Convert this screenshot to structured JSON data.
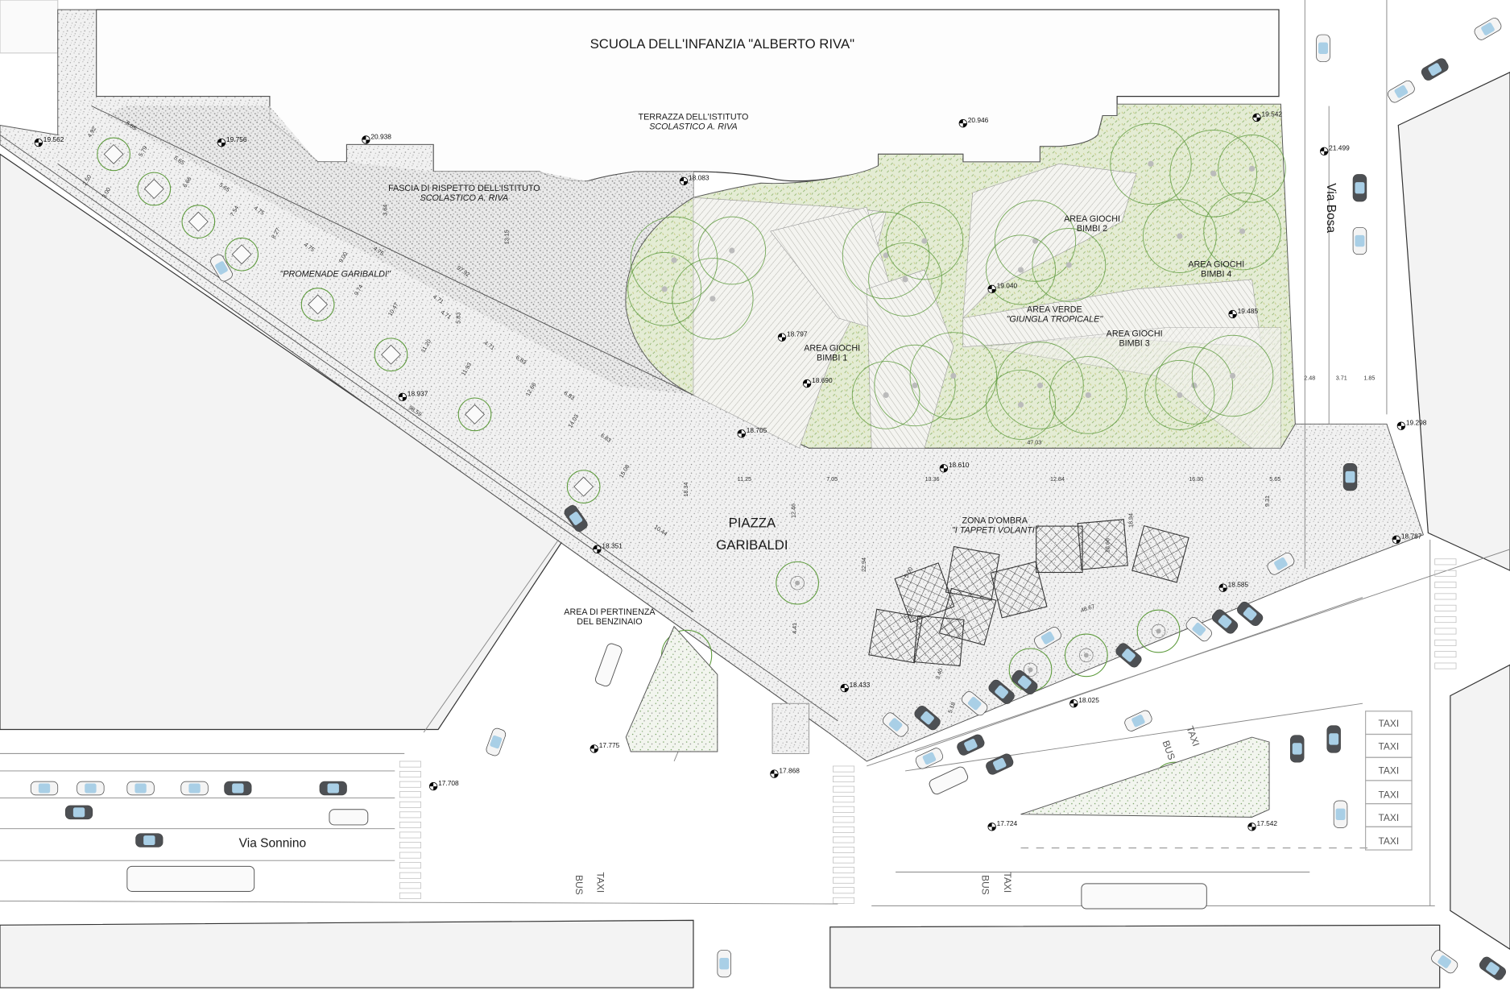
{
  "title": "SCUOLA DELL'INFANZIA \"ALBERTO RIVA\"",
  "areas": {
    "terrazza": [
      "TERRAZZA DELL'ISTITUTO",
      "SCOLASTICO A. RIVA"
    ],
    "fascia": [
      "FASCIA DI RISPETTO DELL'ISTITUTO",
      "SCOLASTICO A. RIVA"
    ],
    "promenade": "\"PROMENADE GARIBALDI\"",
    "giochi1": [
      "AREA GIOCHI",
      "BIMBI 1"
    ],
    "giochi2": [
      "AREA GIOCHI",
      "BIMBI 2"
    ],
    "giochi3": [
      "AREA GIOCHI",
      "BIMBI 3"
    ],
    "giochi4": [
      "AREA GIOCHI",
      "BIMBI 4"
    ],
    "verde": [
      "AREA VERDE",
      "\"GIUNGLA TROPICALE\""
    ],
    "piazza": [
      "PIAZZA",
      "GARIBALDI"
    ],
    "ombra": [
      "ZONA D'OMBRA",
      "\"I TAPPETI VOLANTI\""
    ],
    "benzinaio": [
      "AREA DI PERTINENZA",
      "DEL BENZINAIO"
    ]
  },
  "streets": {
    "bosa": "Via Bosa",
    "sonnino": "Via Sonnino"
  },
  "lanes": {
    "bus": "BUS",
    "taxi": "TAXI"
  },
  "taxi_stands": [
    "TAXI",
    "TAXI",
    "TAXI",
    "TAXI",
    "TAXI",
    "TAXI"
  ],
  "elevations": [
    "19.562",
    "19.756",
    "20.938",
    "18.083",
    "20.946",
    "19.542",
    "21.499",
    "19.040",
    "19.485",
    "18.797",
    "18.690",
    "18.937",
    "18.705",
    "18.610",
    "19.298",
    "18.787",
    "18.351",
    "18.585",
    "18.433",
    "18.025",
    "17.775",
    "17.868",
    "17.708",
    "17.724",
    "17.542"
  ],
  "dimensions": [
    "4.92",
    "5.65",
    "5.79",
    "5.65",
    "6.66",
    "5.65",
    "7.54",
    "4.75",
    "8.27",
    "4.75",
    "9.00",
    "4.75",
    "9.74",
    "4.71",
    "10.47",
    "4.71",
    "11.20",
    "4.71",
    "11.93",
    "6.83",
    "12.66",
    "6.83",
    "14.03",
    "6.83",
    "15.08",
    "10.44",
    "2.50",
    "3.00",
    "3.64",
    "13.15",
    "97.92",
    "98.59",
    "5.83",
    "47.03",
    "11.25",
    "7.05",
    "13.36",
    "12.84",
    "16.30",
    "5.65",
    "18.34",
    "12.46",
    "22.94",
    "4.41",
    "18.66",
    "5.00",
    "5.00",
    "48.67",
    "3.40",
    "5.18",
    "2.48",
    "3.71",
    "1.85",
    "9.31",
    "18.94"
  ],
  "colors": {
    "green": "#5d9a3c",
    "vegetation": "#dfe9c8",
    "paving": "#ececec",
    "block": "#f3f3f3",
    "car_light": "#a9cfe6",
    "car_dark": "#4d5054"
  }
}
